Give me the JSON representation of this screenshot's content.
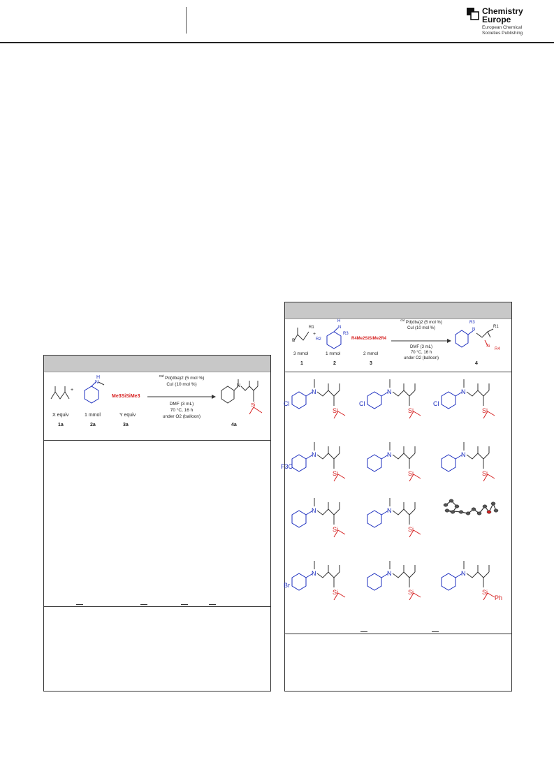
{
  "header": {
    "logo": {
      "name_line1": "Chemistry",
      "name_line2": "Europe",
      "sub_line1": "European Chemical",
      "sub_line2": "Societies Publishing",
      "icon": "chemistry-europe-logo-icon"
    }
  },
  "table1": {
    "scheme": {
      "diene_amount": "X equiv",
      "amine_amount": "1 mmol",
      "silane": "Me3SiSiMe3",
      "silane_amount": "Y equiv",
      "cond_cat": "cat",
      "cond_1": "Pd(dba)2 (5 mol %)",
      "cond_2": "CuI (10 mol %)",
      "cond_3": "DMF (3 mL)",
      "cond_4": "70 °C, 16 h",
      "cond_5": "under O2 (balloon)",
      "plus": "+",
      "labels": [
        "1a",
        "2a",
        "3a",
        "4a"
      ],
      "amine_atom": "N",
      "amine_h": "H",
      "product_n": "N",
      "product_si": "Si"
    }
  },
  "table2": {
    "scheme": {
      "r1": "R1",
      "r": "R",
      "r2": "R2",
      "r3": "R3",
      "amine_n": "N",
      "amine_h": "H",
      "silane": "R4Me2SiSiMe2R4",
      "amounts": [
        "3 mmol",
        "1 mmol",
        "2 mmol"
      ],
      "cond_cat": "cat",
      "cond_1": "Pd(dba)2 (5 mol %)",
      "cond_2": "CuI (10 mol %)",
      "cond_3": "DMF (3 mL)",
      "cond_4": "70 °C, 16 h",
      "cond_5": "under O2 (balloon)",
      "plus": "+",
      "labels": [
        "1",
        "2",
        "3",
        "4"
      ],
      "prod_r3": "R3",
      "prod_r1": "R1",
      "prod_si": "Si",
      "prod_r4": "R4",
      "prod_n": "N"
    },
    "products": [
      {
        "sub": "Cl",
        "si": "Si",
        "n": "N"
      },
      {
        "sub": "Cl",
        "si": "Si",
        "n": "N"
      },
      {
        "sub": "Cl",
        "si": "Si",
        "n": "N"
      },
      {
        "sub": "F3C",
        "si": "Si",
        "n": "N"
      },
      {
        "sub": "",
        "si": "Si",
        "n": "N"
      },
      {
        "sub": "",
        "si": "Si",
        "n": "N"
      },
      {
        "sub": "",
        "si": "Si",
        "n": "N"
      },
      {
        "sub": "",
        "si": "Si",
        "n": "N"
      },
      {
        "sub": "crystal-structure",
        "si": "",
        "n": ""
      },
      {
        "sub": "Br",
        "si": "Si",
        "n": "N"
      },
      {
        "sub": "",
        "si": "Si",
        "n": "N"
      },
      {
        "sub": "Ph",
        "si": "Si",
        "n": "N"
      }
    ]
  }
}
